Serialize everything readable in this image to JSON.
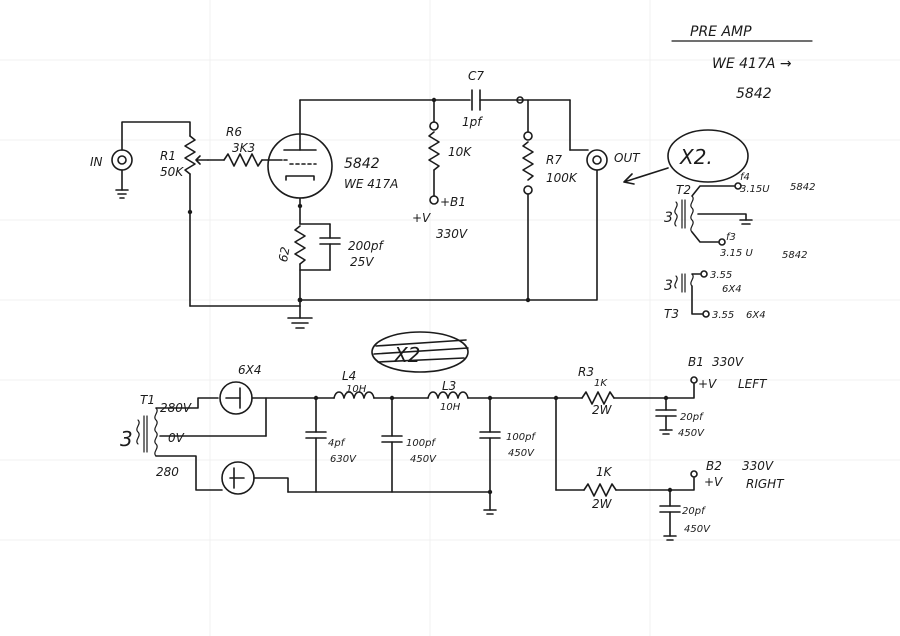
{
  "title": {
    "name": "PRE AMP",
    "tube_line1": "WE 417A →",
    "tube_line2": "5842"
  },
  "preamp": {
    "in_label": "IN",
    "r1_name": "R1",
    "r1_value": "50K",
    "r6_name": "R6",
    "r6_value": "3K3",
    "tube_name": "5842",
    "tube_alt": "WE 417A",
    "r_cathode_value": "62",
    "c_cathode_value": "200pf",
    "c_cathode_voltage": "25V",
    "c7_name": "C7",
    "c7_value": "1pf",
    "r_plate_value": "10K",
    "b1_node": "+B1",
    "b1_plus": "+V",
    "b1_voltage": "330V",
    "r7_name": "R7",
    "r7_value": "100K",
    "out_label": "OUT",
    "x2_label": "X2."
  },
  "heaters": {
    "t2_name": "T2",
    "t2_primary": "3",
    "f4": "f4",
    "f4_v": "3.15U",
    "f4_tube": "5842",
    "f3": "f3",
    "f3_v": "3.15 U",
    "f3_tube": "5842",
    "t3_name": "T3",
    "t3_primary": "3",
    "t3_top_v": "3.55",
    "t3_top_tube": "6X4",
    "t3_bot_v": "3.55",
    "t3_bot_tube": "6X4"
  },
  "psu": {
    "x2_struck": "X2",
    "rect_tube": "6X4",
    "t1_name": "T1",
    "t1_primary": "3",
    "t1_top": "280V",
    "t1_mid": "0V",
    "t1_bot": "280",
    "l4_name": "L4",
    "l4_value": "10H",
    "l3_name": "L3",
    "l3_value": "10H",
    "c1_value": "4pf",
    "c1_voltage": "630V",
    "c2_value": "100pf",
    "c2_voltage": "450V",
    "c3_value": "100pf",
    "c3_voltage": "450V",
    "r3_name": "R3",
    "r3_value": "1K",
    "r3_power": "2W",
    "b1_name": "B1",
    "b1_v": "330V",
    "b1_plus": "+V",
    "b1_side": "LEFT",
    "c4_value": "20pf",
    "c4_voltage": "450V",
    "r4_value": "1K",
    "r4_power": "2W",
    "b2_name": "B2",
    "b2_v": "330V",
    "b2_plus": "+V",
    "b2_side": "RIGHT",
    "c5_value": "20pf",
    "c5_voltage": "450V"
  }
}
